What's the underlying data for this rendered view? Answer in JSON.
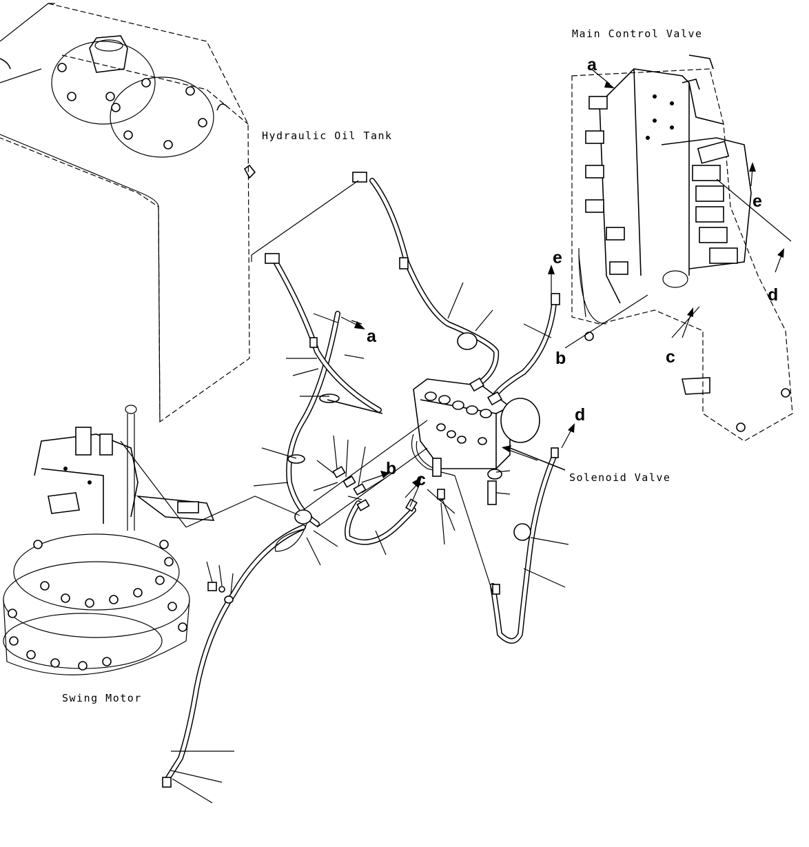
{
  "title": "",
  "labels": {
    "main_control_valve": "Main Control Valve",
    "hydraulic_oil_tank": "Hydraulic Oil Tank",
    "solenoid_valve": "Solenoid Valve",
    "swing_motor": "Swing Motor"
  },
  "refs": {
    "a": "a",
    "b": "b",
    "c": "c",
    "d": "d",
    "e": "e"
  },
  "colors": {
    "line": "#000000",
    "background": "#ffffff"
  }
}
